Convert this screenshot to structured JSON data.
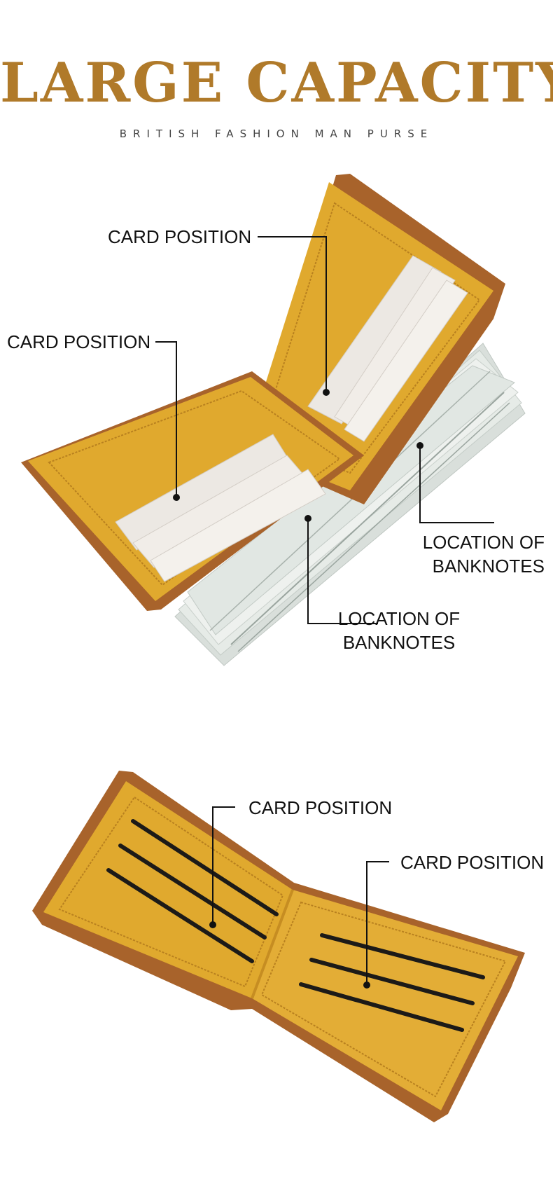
{
  "header": {
    "title": "LARGE  CAPACITY",
    "subtitle": "BRITISH FASHION MAN PURSE"
  },
  "callouts": {
    "card_position_top": "CARD POSITION",
    "card_position_left": "CARD POSITION",
    "banknotes_right_line1": "LOCATION OF",
    "banknotes_right_line2": "BANKNOTES",
    "banknotes_bottom_line1": "LOCATION OF",
    "banknotes_bottom_line2": "BANKNOTES",
    "card_position_lower_left": "CARD POSITION",
    "card_position_lower_right": "CARD POSITION"
  },
  "colors": {
    "title": "#b07a2a",
    "leather_outer": "#a8632b",
    "leather_inner": "#e0a92e",
    "leather_inner_light": "#e9b94a",
    "card": "#ece8e3",
    "banknote": "#e3e8e4",
    "slot": "#1c1a18",
    "leader_line": "#111111"
  }
}
